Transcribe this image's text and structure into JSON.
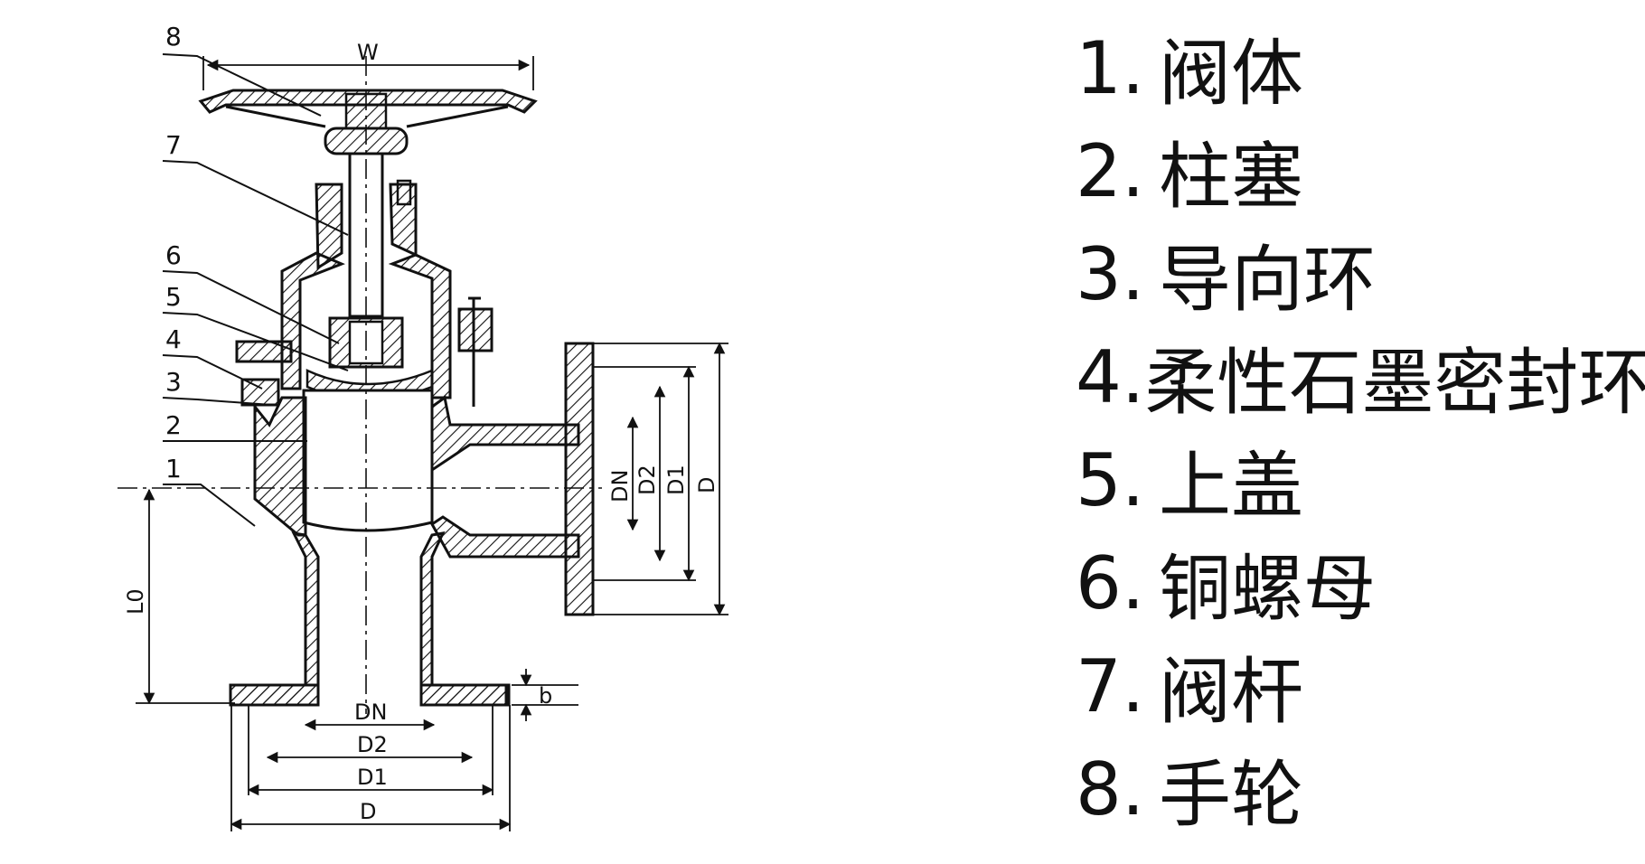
{
  "callouts": [
    "1",
    "2",
    "3",
    "4",
    "5",
    "6",
    "7",
    "8"
  ],
  "dimensions": {
    "handwheel_width": "W",
    "bottom_dn": "DN",
    "bottom_d2": "D2",
    "bottom_d1": "D1",
    "bottom_d": "D",
    "side_dn": "DN",
    "side_d2": "D2",
    "side_d1": "D1",
    "side_d": "D",
    "flange_thickness": "b",
    "height": "L0"
  },
  "parts": [
    {
      "num": "1.",
      "name": "阀体"
    },
    {
      "num": "2.",
      "name": "柱塞"
    },
    {
      "num": "3.",
      "name": "导向环"
    },
    {
      "num": "4.",
      "name": "柔性石墨密封环"
    },
    {
      "num": "5.",
      "name": "上盖"
    },
    {
      "num": "6.",
      "name": "铜螺母"
    },
    {
      "num": "7.",
      "name": "阀杆"
    },
    {
      "num": "8.",
      "name": "手轮"
    }
  ]
}
